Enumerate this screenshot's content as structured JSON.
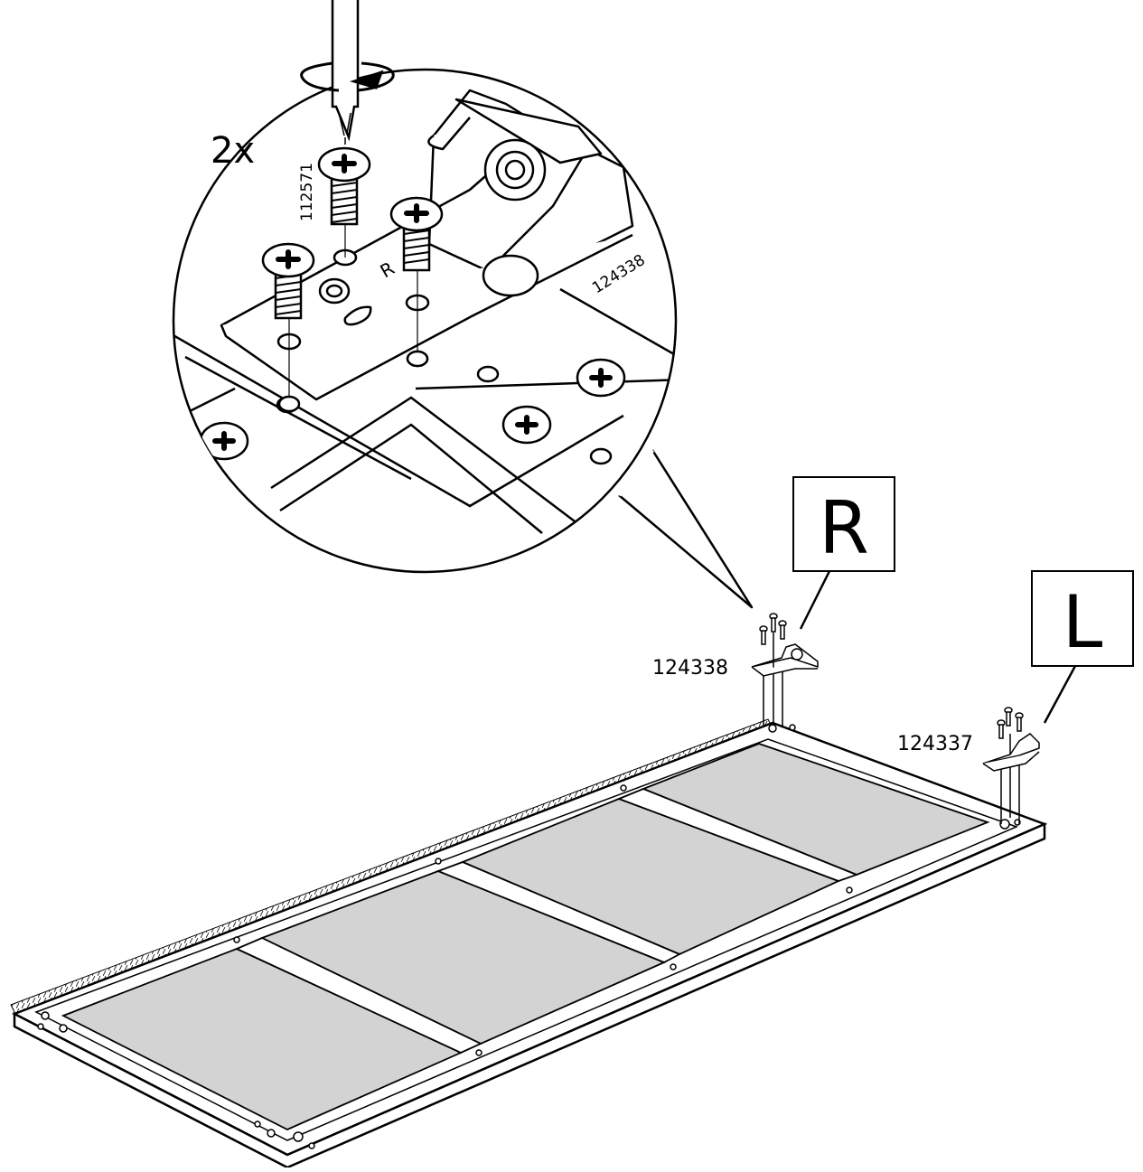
{
  "instruction": {
    "quantity_label": "2x",
    "screw_part_number": "112571",
    "detail_bracket_part_number": "124338",
    "bracket_side_mark": "R"
  },
  "callouts": {
    "right": {
      "letter": "R",
      "part_number": "124338"
    },
    "left": {
      "letter": "L",
      "part_number": "124337"
    }
  },
  "colors": {
    "line": "#000000",
    "panel_fill": "#d3d3d3",
    "background": "#ffffff"
  }
}
